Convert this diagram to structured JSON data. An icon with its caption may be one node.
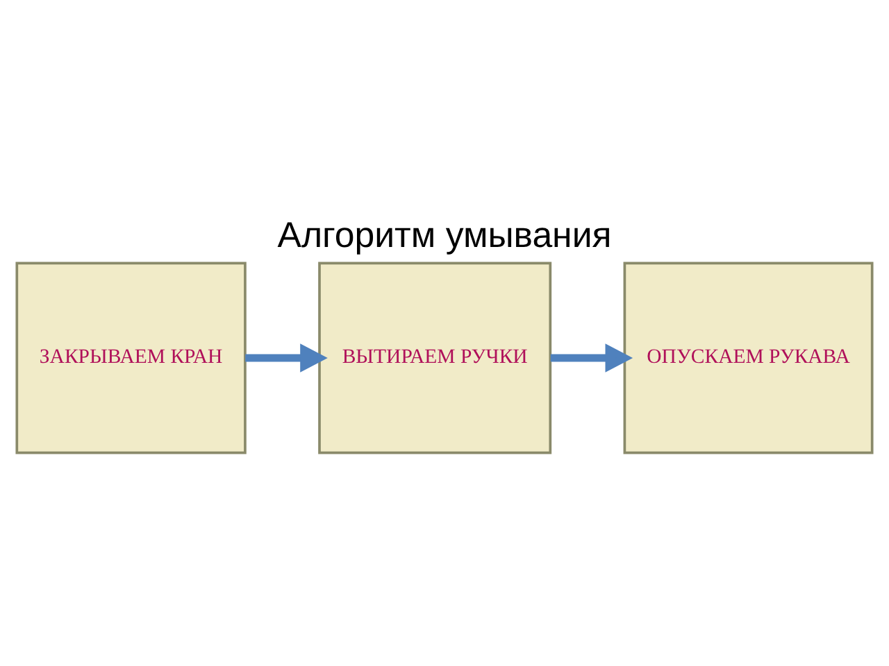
{
  "diagram": {
    "title": "Алгоритм умывания",
    "nodes": [
      {
        "text": [
          "ЗАКРЫВАЕМ КРАН"
        ]
      },
      {
        "text": [
          "ВЫТИРАЕМ РУЧКИ"
        ]
      },
      {
        "text": [
          "ОПУСКАЕМ РУКАВА"
        ]
      }
    ],
    "edges": [
      {
        "from": 0,
        "to": 1,
        "arrow": "to"
      },
      {
        "from": 1,
        "to": 2,
        "arrow": "to"
      }
    ]
  }
}
